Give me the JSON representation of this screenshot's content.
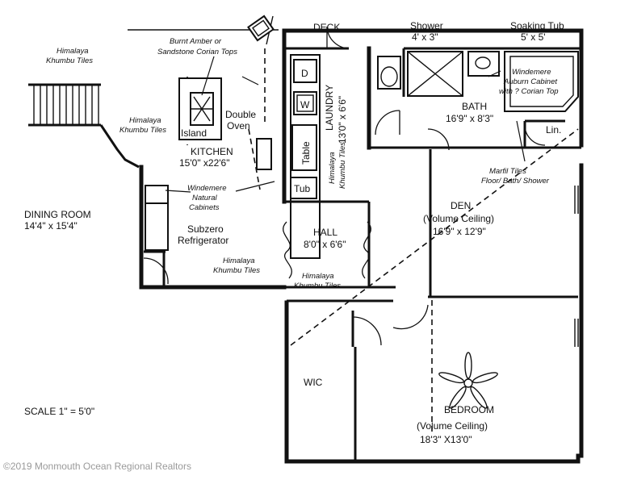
{
  "rooms": {
    "dining_room": {
      "name": "DINING ROOM",
      "dims": "14'4\" x 15'4\""
    },
    "kitchen": {
      "name": "KITCHEN",
      "dims": "15'0\" x22'6\""
    },
    "laundry": {
      "name": "LAUNDRY",
      "dims": "13'0\" x 6'6\""
    },
    "bath": {
      "name": "BATH",
      "dims": "16'9\" x 8'3\""
    },
    "den": {
      "name": "DEN",
      "sub": "(Volume Ceiling)",
      "dims": "16'9\" x 12'9\""
    },
    "hall": {
      "name": "HALL",
      "dims": "8'0\" x 6'6\""
    },
    "bedroom": {
      "name": "BEDROOM",
      "sub": "(Volume Ceiling)",
      "dims": "18'3\" X13'0\""
    },
    "wic": {
      "name": "WIC"
    },
    "deck": {
      "name": "DECK"
    },
    "shower": {
      "name": "Shower",
      "dims": "4' x 3\""
    },
    "soaking_tub": {
      "name": "Soaking Tub",
      "dims": "5' x 5'"
    },
    "linen": {
      "name": "Lin."
    }
  },
  "fixtures": {
    "island": "Island",
    "double_oven_1": "Double",
    "double_oven_2": "Oven",
    "subzero_1": "Subzero",
    "subzero_2": "Refrigerator",
    "dryer": "D",
    "washer": "W",
    "table": "Table",
    "tub": "Tub"
  },
  "notes": {
    "tiles_upper_left_1": "Himalaya",
    "tiles_upper_left_2": "Khumbu Tiles",
    "tiles_kitchen_1": "Himalaya",
    "tiles_kitchen_2": "Khumbu Tiles",
    "corian_1": "Burnt Amber or",
    "corian_2": "Sandstone Corian Tops",
    "cabinets_1": "Windemere",
    "cabinets_2": "Natural",
    "cabinets_3": "Cabinets",
    "tiles_laundry_1": "Himalaya",
    "tiles_laundry_2": "Khumbu Tiles",
    "tiles_fridge_1": "Himalaya",
    "tiles_fridge_2": "Khumbu Tiles",
    "tiles_hall_1": "Himalaya",
    "tiles_hall_2": "Khumbu Tiles",
    "bath_cabinet_1": "Windemere",
    "bath_cabinet_2": "Auburn Cabinet",
    "bath_cabinet_3": "with ? Corian Top",
    "marfil_1": "Marfil Tiles",
    "marfil_2": "Floor/ Bath/ Shower"
  },
  "scale": "SCALE  1\" = 5'0\"",
  "copyright": "©2019 Monmouth Ocean Regional Realtors"
}
